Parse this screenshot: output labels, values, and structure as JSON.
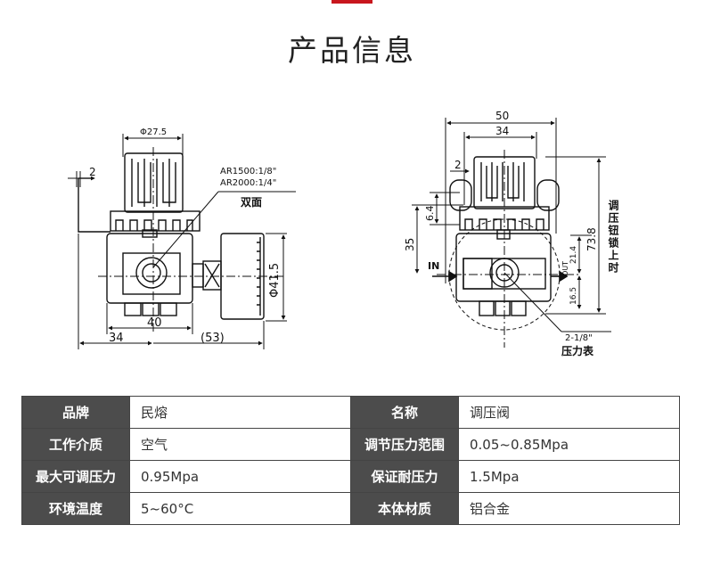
{
  "header": {
    "title": "产品信息"
  },
  "accent_color": "#c8161d",
  "left_drawing": {
    "dim_top": "Φ27.5",
    "dim_side": "2",
    "note_line1": "AR1500:1/8\"",
    "note_line2": "AR2000:1/4\"",
    "note_double": "双面",
    "dim_gauge": "Φ41.5",
    "dim_body": "40",
    "dim_left": "34",
    "dim_total": "(53)"
  },
  "right_drawing": {
    "dim_width": "50",
    "dim_inner": "34",
    "dim_side": "2",
    "dim_64": "6.4",
    "dim_35": "35",
    "dim_214": "21.4",
    "dim_165": "16.5",
    "dim_738": "73.8",
    "label_adjust": "调压钮锁上时",
    "label_in": "IN",
    "label_out": "OUT",
    "label_port": "2-1/8\"",
    "label_gauge": "压力表"
  },
  "specs": {
    "rows": [
      [
        {
          "k": "品牌",
          "v": "民熔"
        },
        {
          "k": "名称",
          "v": "调压阀"
        }
      ],
      [
        {
          "k": "工作介质",
          "v": "空气"
        },
        {
          "k": "调节压力范围",
          "v": "0.05~0.85Mpa"
        }
      ],
      [
        {
          "k": "最大可调压力",
          "v": "0.95Mpa"
        },
        {
          "k": "保证耐压力",
          "v": "1.5Mpa"
        }
      ],
      [
        {
          "k": "环境温度",
          "v": "5~60°C"
        },
        {
          "k": "本体材质",
          "v": "铝合金"
        }
      ]
    ]
  }
}
